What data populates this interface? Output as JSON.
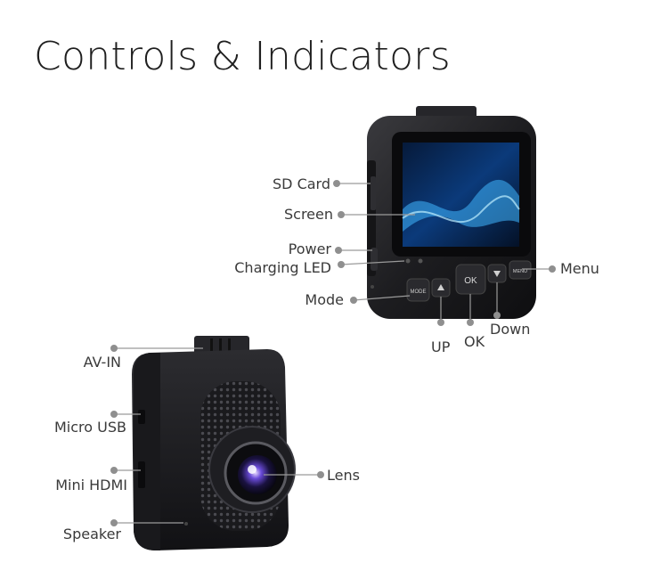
{
  "title": "Controls & Indicators",
  "colors": {
    "body": "#1c1c1e",
    "leader": "#9a9a9a",
    "dot": "#8f8f8f",
    "text": "#3a3a3a"
  },
  "rear_view": {
    "labels": {
      "sd_card": "SD Card",
      "screen": "Screen",
      "power": "Power",
      "charging_led": "Charging LED",
      "mode": "Mode",
      "menu": "Menu",
      "up": "UP",
      "ok": "OK",
      "down": "Down"
    },
    "buttons": {
      "mode": "MODE",
      "ok": "OK",
      "menu": "MENU"
    }
  },
  "front_view": {
    "labels": {
      "av_in": "AV-IN",
      "micro_usb": "Micro USB",
      "mini_hdmi": "Mini HDMI",
      "speaker": "Speaker",
      "lens": "Lens"
    }
  }
}
